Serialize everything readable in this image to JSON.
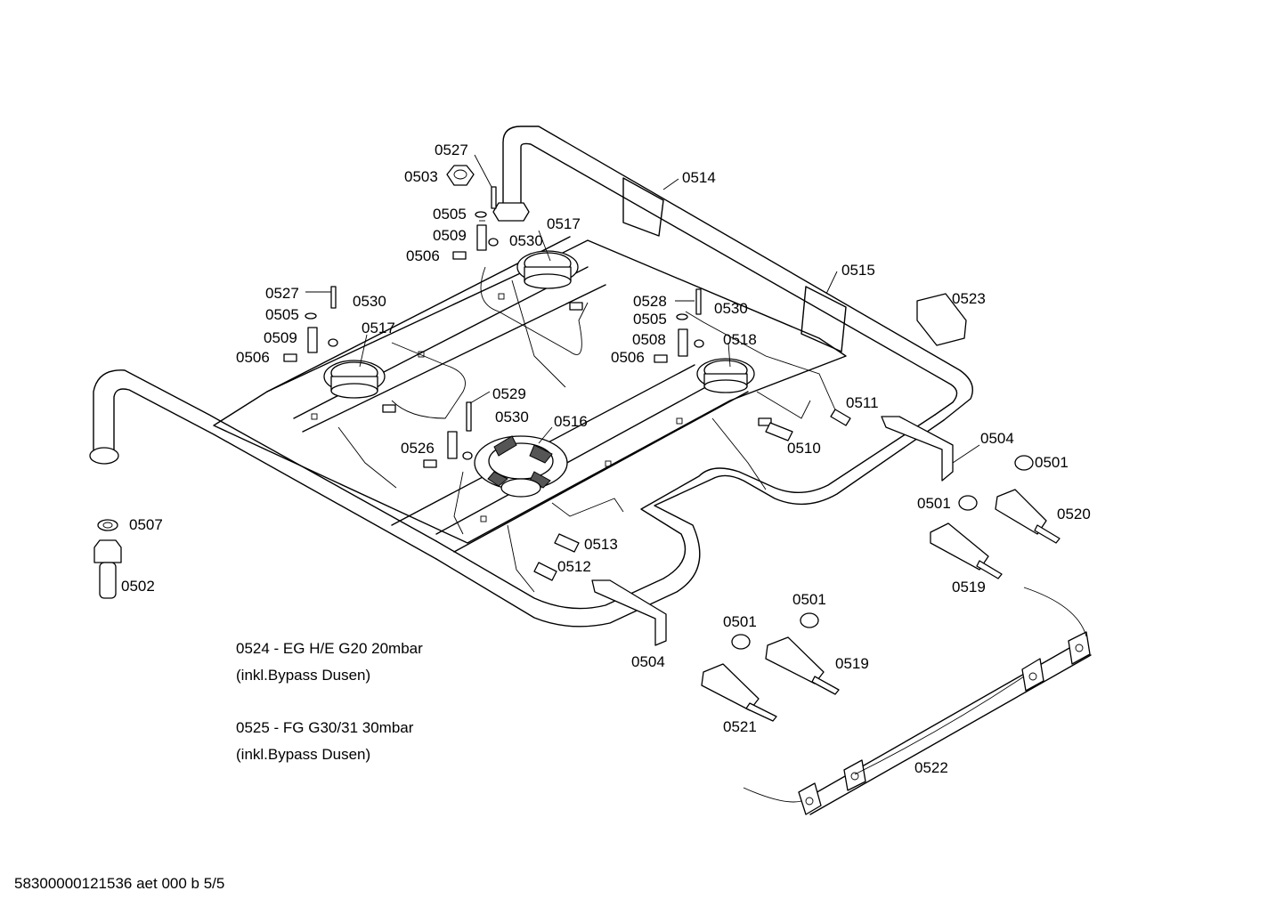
{
  "labels": {
    "l0527a": "0527",
    "l0503": "0503",
    "l0505a": "0505",
    "l0509a": "0509",
    "l0530a": "0530",
    "l0506a": "0506",
    "l0517a": "0517",
    "l0514": "0514",
    "l0527b": "0527",
    "l0505b": "0505",
    "l0509b": "0509",
    "l0530b": "0530",
    "l0506b": "0506",
    "l0517b": "0517",
    "l0515": "0515",
    "l0523": "0523",
    "l0528": "0528",
    "l0530c": "0530",
    "l0505c": "0505",
    "l0508": "0508",
    "l0518": "0518",
    "l0506c": "0506",
    "l0529": "0529",
    "l0530d": "0530",
    "l0516": "0516",
    "l0526": "0526",
    "l0511": "0511",
    "l0510": "0510",
    "l0504a": "0504",
    "l0501a": "0501",
    "l0501b": "0501",
    "l0520": "0520",
    "l0519a": "0519",
    "l0507": "0507",
    "l0502": "0502",
    "l0513": "0513",
    "l0512": "0512",
    "l0504b": "0504",
    "l0501c": "0501",
    "l0501d": "0501",
    "l0519b": "0519",
    "l0521": "0521",
    "l0522": "0522"
  },
  "notes": {
    "note1_line1": "0524 - EG H/E G20 20mbar",
    "note1_line2": "(inkl.Bypass Dusen)",
    "note2_line1": "0525 - FG G30/31 30mbar",
    "note2_line2": "(inkl.Bypass Dusen)"
  },
  "footer": {
    "doc_id": "58300000121536 aet 000 b 5/5"
  }
}
